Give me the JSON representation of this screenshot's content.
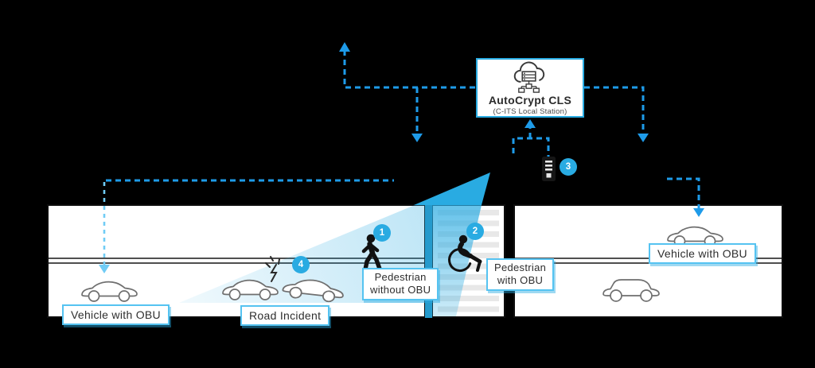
{
  "colors": {
    "accent": "#29ABE2",
    "dash": "#1E9BE9",
    "dash_light": "#70CCF5",
    "label_border": "#55C3F1",
    "background": "#000000",
    "road_surface": "#FFFFFF",
    "outline_gray": "#6F6F6F",
    "text_dark": "#2E2E2E"
  },
  "cls_station": {
    "title": "AutoCrypt CLS",
    "subtitle": "(C-ITS Local Station)"
  },
  "labels": {
    "vehicle_left": "Vehicle with OBU",
    "road_incident": "Road Incident",
    "pedestrian_without_line1": "Pedestrian",
    "pedestrian_without_line2": "without OBU",
    "pedestrian_with_line1": "Pedestrian",
    "pedestrian_with_line2": "with OBU",
    "vehicle_right": "Vehicle with OBU"
  },
  "badges": [
    {
      "number": "1"
    },
    {
      "number": "2"
    },
    {
      "number": "3"
    },
    {
      "number": "4"
    }
  ],
  "icons": {
    "cls": "cloud-server-network-icon",
    "rsu": "roadside-unit-icon",
    "pedestrian": "walking-person-icon",
    "wheelchair": "wheelchair-person-icon",
    "vehicle": "car-outline-icon",
    "suv": "suv-outline-icon",
    "incident": "collision-spark-icon",
    "connector": "dashed-arrow-line",
    "detection_cone": "sensor-field-of-view"
  }
}
